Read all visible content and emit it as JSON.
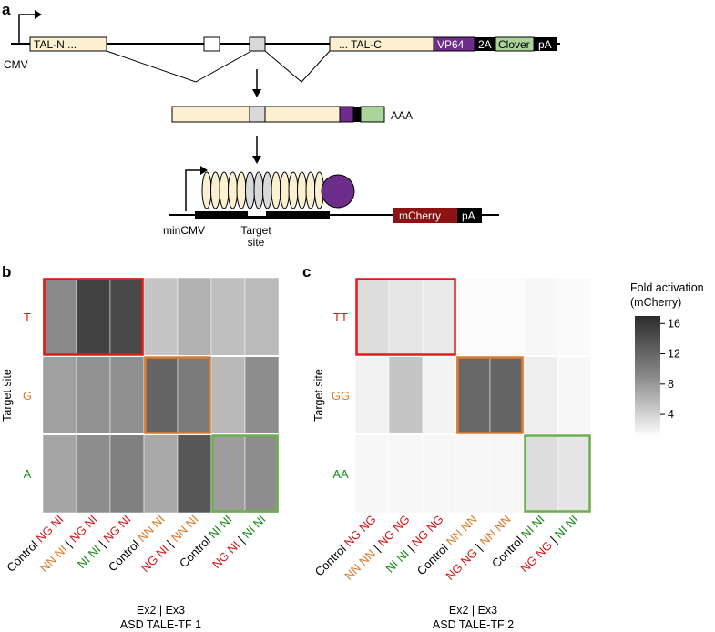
{
  "panel_labels": {
    "a": "a",
    "b": "b",
    "c": "c"
  },
  "construct": {
    "cmv": "CMV",
    "tal_n": "TAL-N ...",
    "tal_c": "... TAL-C",
    "vp64": "VP64",
    "t2a": "2A",
    "clover": "Clover",
    "pa": "pA",
    "mrna_tail": "AAA",
    "mincmv": "minCMV",
    "target_site_line1": "Target",
    "target_site_line2": "site",
    "mcherry": "mCherry",
    "pa2": "pA"
  },
  "colors": {
    "construct_fill": "#fbf0cf",
    "vp64": "#6d2d8a",
    "clover": "#a9d49a",
    "mcherry": "#8b1313",
    "highlight_red": "#e31a1c",
    "highlight_orange": "#e07b2a",
    "highlight_green": "#6ab04c",
    "text_red": "#d7191c",
    "text_orange": "#e07b2a",
    "text_green": "#1a8c1a"
  },
  "legend": {
    "title_line1": "Fold activation",
    "title_line2": "(mCherry)",
    "ticks": [
      "16",
      "12",
      "8",
      "4"
    ],
    "tick_values": [
      16,
      12,
      8,
      4
    ],
    "range": [
      1,
      17
    ]
  },
  "heatmap_b": {
    "ylabel": "Target site",
    "rows": [
      "T",
      "G",
      "A"
    ],
    "row_colors": [
      "red",
      "orange",
      "green"
    ],
    "columns": [
      [
        {
          "t": "Control ",
          "c": "black"
        },
        {
          "t": "NG NI",
          "c": "red"
        }
      ],
      [
        {
          "t": "NN NI",
          "c": "orange"
        },
        {
          "t": " | ",
          "c": "black"
        },
        {
          "t": "NG NI",
          "c": "red"
        }
      ],
      [
        {
          "t": "NI NI",
          "c": "green"
        },
        {
          "t": " | ",
          "c": "black"
        },
        {
          "t": "NG NI",
          "c": "red"
        }
      ],
      [
        {
          "t": "Control ",
          "c": "black"
        },
        {
          "t": "NN NI",
          "c": "orange"
        }
      ],
      [
        {
          "t": "NG NI",
          "c": "red"
        },
        {
          "t": " | ",
          "c": "black"
        },
        {
          "t": "NN NI",
          "c": "orange"
        }
      ],
      [
        {
          "t": "Control ",
          "c": "black"
        },
        {
          "t": "NI NI",
          "c": "green"
        }
      ],
      [
        {
          "t": "NG NI",
          "c": "red"
        },
        {
          "t": " | ",
          "c": "black"
        },
        {
          "t": "NI NI",
          "c": "green"
        }
      ]
    ],
    "values": [
      [
        9.8,
        15.2,
        14.8,
        5.4,
        6.8,
        5.8,
        6.2
      ],
      [
        8.2,
        9.2,
        9.4,
        12.6,
        11.0,
        6.3,
        9.6
      ],
      [
        7.8,
        9.6,
        10.6,
        7.6,
        13.6,
        8.4,
        9.6
      ]
    ],
    "highlights": [
      {
        "row": 0,
        "col_start": 0,
        "col_end": 2,
        "color": "red"
      },
      {
        "row": 1,
        "col_start": 3,
        "col_end": 4,
        "color": "orange"
      },
      {
        "row": 2,
        "col_start": 5,
        "col_end": 6,
        "color": "green"
      }
    ],
    "xlabel_line1": "Ex2 | Ex3",
    "xlabel_line2": "ASD TALE-TF 1"
  },
  "heatmap_c": {
    "ylabel": "Target site",
    "rows": [
      "TT",
      "GG",
      "AA"
    ],
    "row_colors": [
      "red",
      "orange",
      "green"
    ],
    "columns": [
      [
        {
          "t": "Control ",
          "c": "black"
        },
        {
          "t": "NG NG",
          "c": "red"
        }
      ],
      [
        {
          "t": "NN NN",
          "c": "orange"
        },
        {
          "t": " | ",
          "c": "black"
        },
        {
          "t": "NG NG",
          "c": "red"
        }
      ],
      [
        {
          "t": "NI NI",
          "c": "green"
        },
        {
          "t": " | ",
          "c": "black"
        },
        {
          "t": "NG NG",
          "c": "red"
        }
      ],
      [
        {
          "t": "Control ",
          "c": "black"
        },
        {
          "t": "NN NN",
          "c": "orange"
        }
      ],
      [
        {
          "t": "NG NG",
          "c": "red"
        },
        {
          "t": " | ",
          "c": "black"
        },
        {
          "t": "NN NN",
          "c": "orange"
        }
      ],
      [
        {
          "t": "Control ",
          "c": "black"
        },
        {
          "t": "NI NI",
          "c": "green"
        }
      ],
      [
        {
          "t": "NG NG",
          "c": "red"
        },
        {
          "t": " | ",
          "c": "black"
        },
        {
          "t": "NI NI",
          "c": "green"
        }
      ]
    ],
    "values": [
      [
        3.6,
        2.9,
        2.6,
        1.3,
        1.3,
        1.6,
        1.4
      ],
      [
        2.0,
        5.4,
        1.9,
        12.4,
        12.6,
        2.3,
        1.6
      ],
      [
        1.6,
        1.6,
        1.6,
        1.7,
        1.7,
        3.6,
        3.0
      ]
    ],
    "highlights": [
      {
        "row": 0,
        "col_start": 0,
        "col_end": 2,
        "color": "red"
      },
      {
        "row": 1,
        "col_start": 3,
        "col_end": 4,
        "color": "orange"
      },
      {
        "row": 2,
        "col_start": 5,
        "col_end": 6,
        "color": "green"
      }
    ],
    "xlabel_line1": "Ex2 | Ex3",
    "xlabel_line2": "ASD TALE-TF 2"
  }
}
